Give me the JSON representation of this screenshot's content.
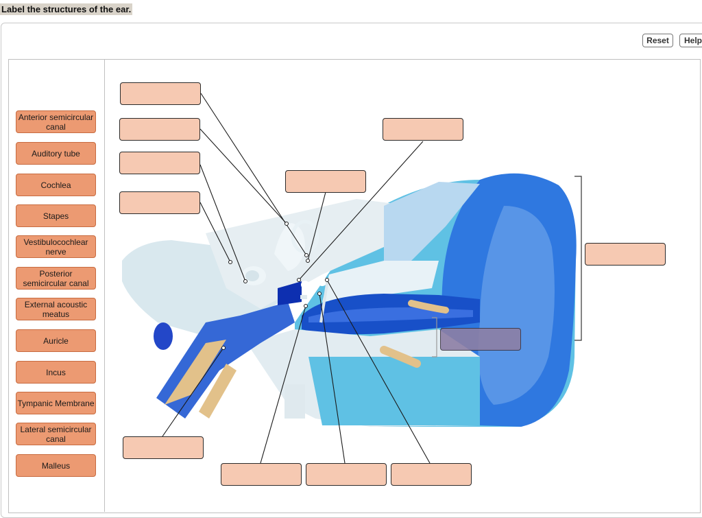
{
  "instruction": "Label the structures of the ear.",
  "toolbar": {
    "reset_label": "Reset",
    "help_label": "Help"
  },
  "label_bank": [
    "Anterior semicircular canal",
    "Auditory tube",
    "Cochlea",
    "Stapes",
    "Vestibulocochlear nerve",
    "Posterior semicircular canal",
    "External acoustic meatus",
    "Auricle",
    "Incus",
    "Tympanic Membrane",
    "Lateral semicircular canal",
    "Malleus"
  ],
  "drop_targets_count": 12,
  "colors": {
    "chip_fill": "#ec9a72",
    "target_fill": "#f6c9b2",
    "ear_blue": "#1f63d8",
    "ear_light": "#66c3e6",
    "bone_white": "#e8eef1"
  }
}
